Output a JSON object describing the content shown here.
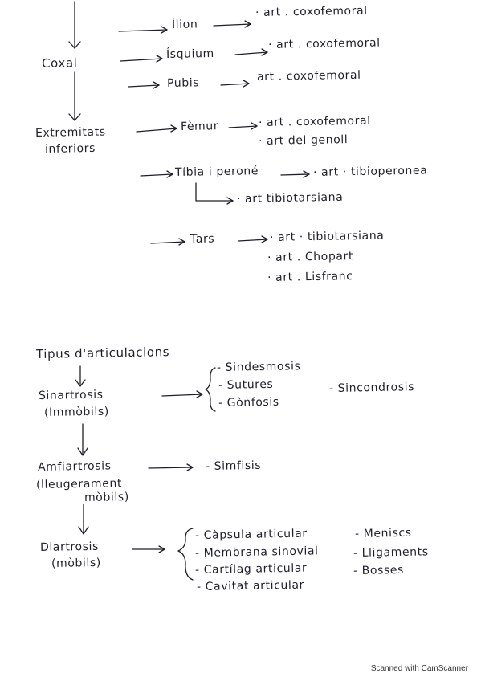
{
  "upper": {
    "coxal": "Coxal",
    "ilion": "Ílion",
    "ilion_joint": "· art . coxofemoral",
    "isquium": "Ísquium",
    "isquium_joint": "· art . coxofemoral",
    "pubis": "Pubis",
    "pubis_joint": "art . coxofemoral",
    "extrem_line1": "Extremitats",
    "extrem_line2": "inferiors",
    "femur": "Fèmur",
    "femur_joint1": "· art . coxofemoral",
    "femur_joint2": "· art del genoll",
    "tibia": "Tíbia i peroné",
    "tibia_joint1": "· art · tibioperonea",
    "tibia_joint2": "· art tibiotarsiana",
    "tars": "Tars",
    "tars_joint1": "· art · tibiotarsiana",
    "tars_joint2": "· art . Chopart",
    "tars_joint3": "· art . Lisfranc"
  },
  "lower": {
    "title": "Tipus d'articulacions",
    "sinartrosis": "Sinartrosis",
    "sinartrosis_sub": "(Immòbils)",
    "sindesmosis": "- Sindesmosis",
    "sutures": "- Sutures",
    "gomfosis": "- Gònfosis",
    "sincondrosis": "- Sincondrosis",
    "amfiartrosis": "Amfiartrosis",
    "amfiartrosis_sub1": "(lleugerament",
    "amfiartrosis_sub2": "mòbils)",
    "simfisis": "- Simfisis",
    "diartrosis": "Diartrosis",
    "diartrosis_sub": "(mòbils)",
    "capsula": "- Càpsula articular",
    "membrana": "- Membrana sinovial",
    "cartilag": "- Cartílag articular",
    "cavitat": "- Cavitat articular",
    "meniscs": "- Meniscs",
    "lligaments": "- Lligaments",
    "bosses": "- Bosses"
  },
  "footer": {
    "watermark": "Scanned with CamScanner"
  }
}
